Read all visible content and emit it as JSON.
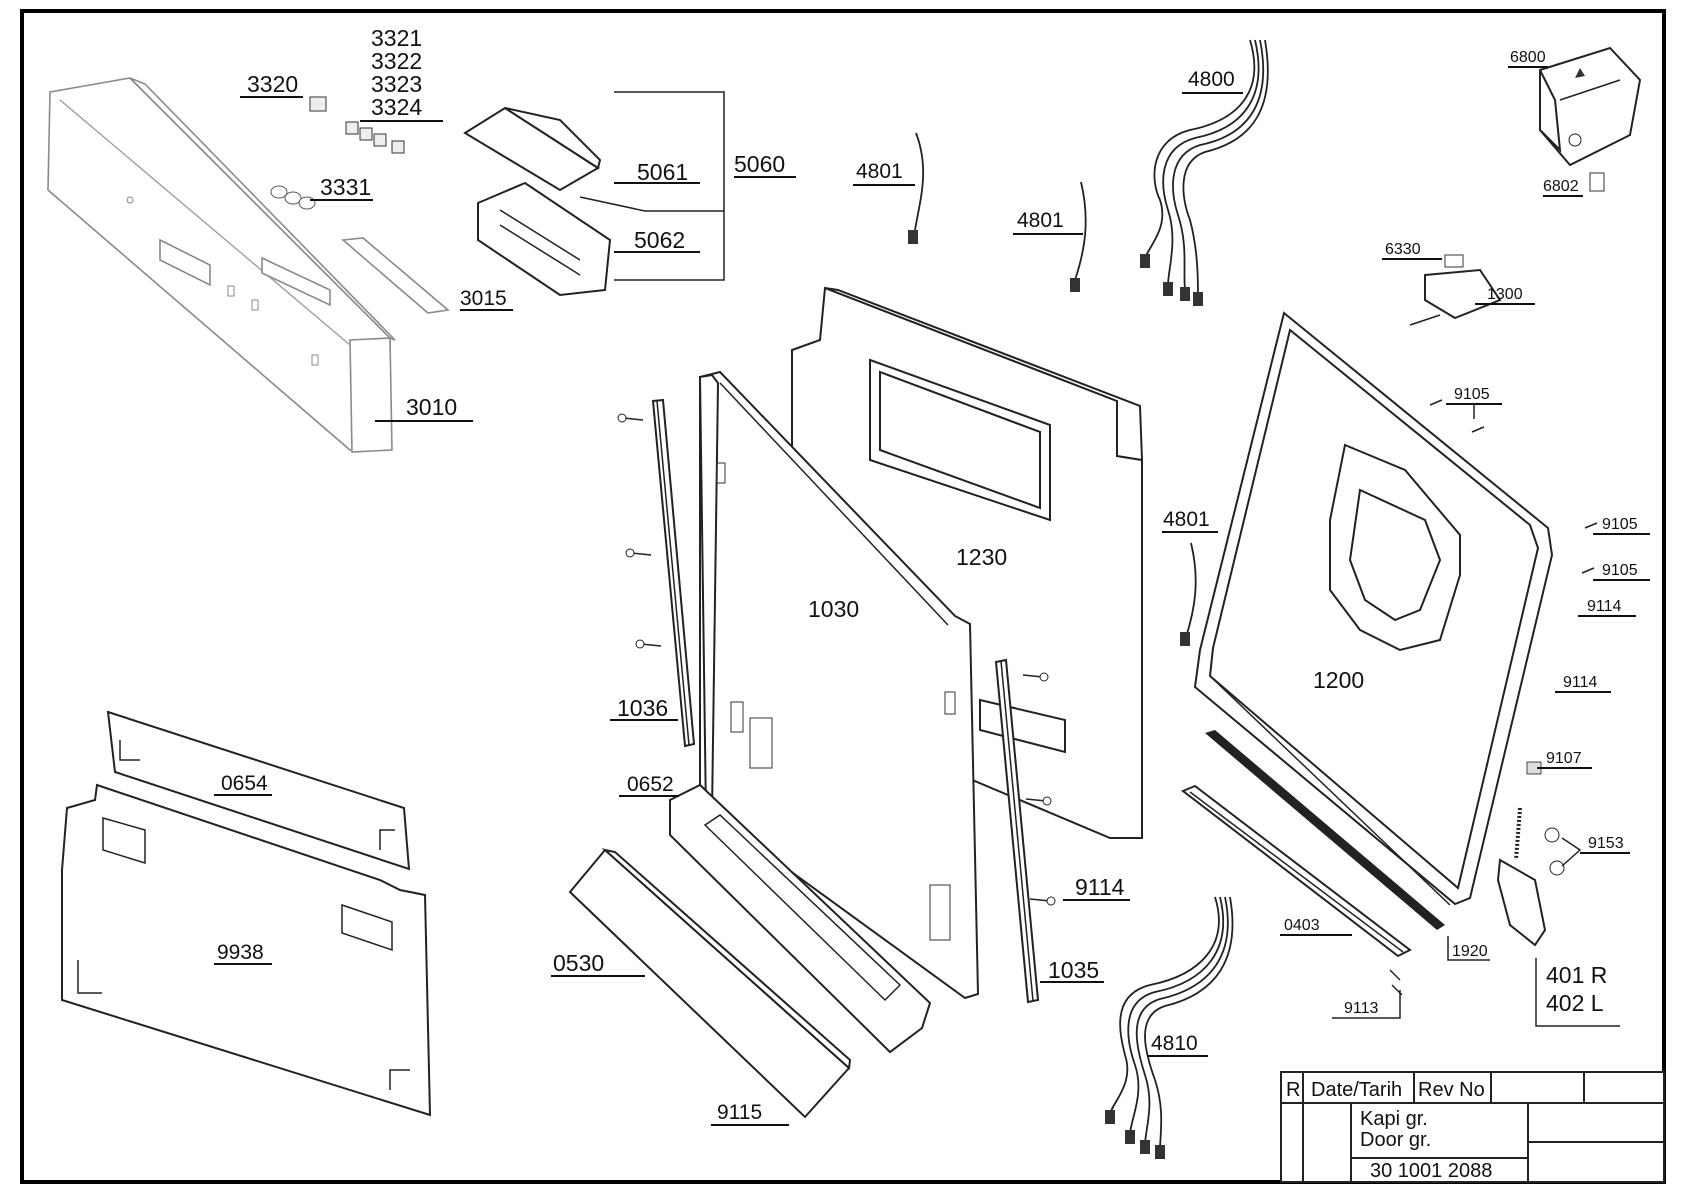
{
  "drawing": {
    "title_block": {
      "header_r": "R",
      "header_date": "Date/Tarih",
      "header_rev": "Rev No",
      "name_tr": "Kapi gr.",
      "name_en": "Door gr.",
      "drawing_no": "30 1001 2088"
    },
    "labels": {
      "p3321": "3321",
      "p3322": "3322",
      "p3323": "3323",
      "p3324": "3324",
      "p3320": "3320",
      "p3331": "3331",
      "p5061": "5061",
      "p5060": "5060",
      "p5062": "5062",
      "p3015": "3015",
      "p3010": "3010",
      "p4801a": "4801",
      "p4801b": "4801",
      "p4801c": "4801",
      "p4800": "4800",
      "p6800": "6800",
      "p6802": "6802",
      "p6330": "6330",
      "p1300": "1300",
      "p9105a": "9105",
      "p9105b": "9105",
      "p9105c": "9105",
      "p9114a": "9114",
      "p9114b": "9114",
      "p9114c": "9114",
      "p9107": "9107",
      "p9153": "9153",
      "p1920": "1920",
      "p401": "401 R",
      "p402": "402 L",
      "p0403": "0403",
      "p9113": "9113",
      "p1230": "1230",
      "p1030": "1030",
      "p1200": "1200",
      "p1036": "1036",
      "p1035": "1035",
      "p0652": "0652",
      "p0530": "0530",
      "p9115": "9115",
      "p4810": "4810",
      "p0654": "0654",
      "p9938": "9938"
    }
  }
}
